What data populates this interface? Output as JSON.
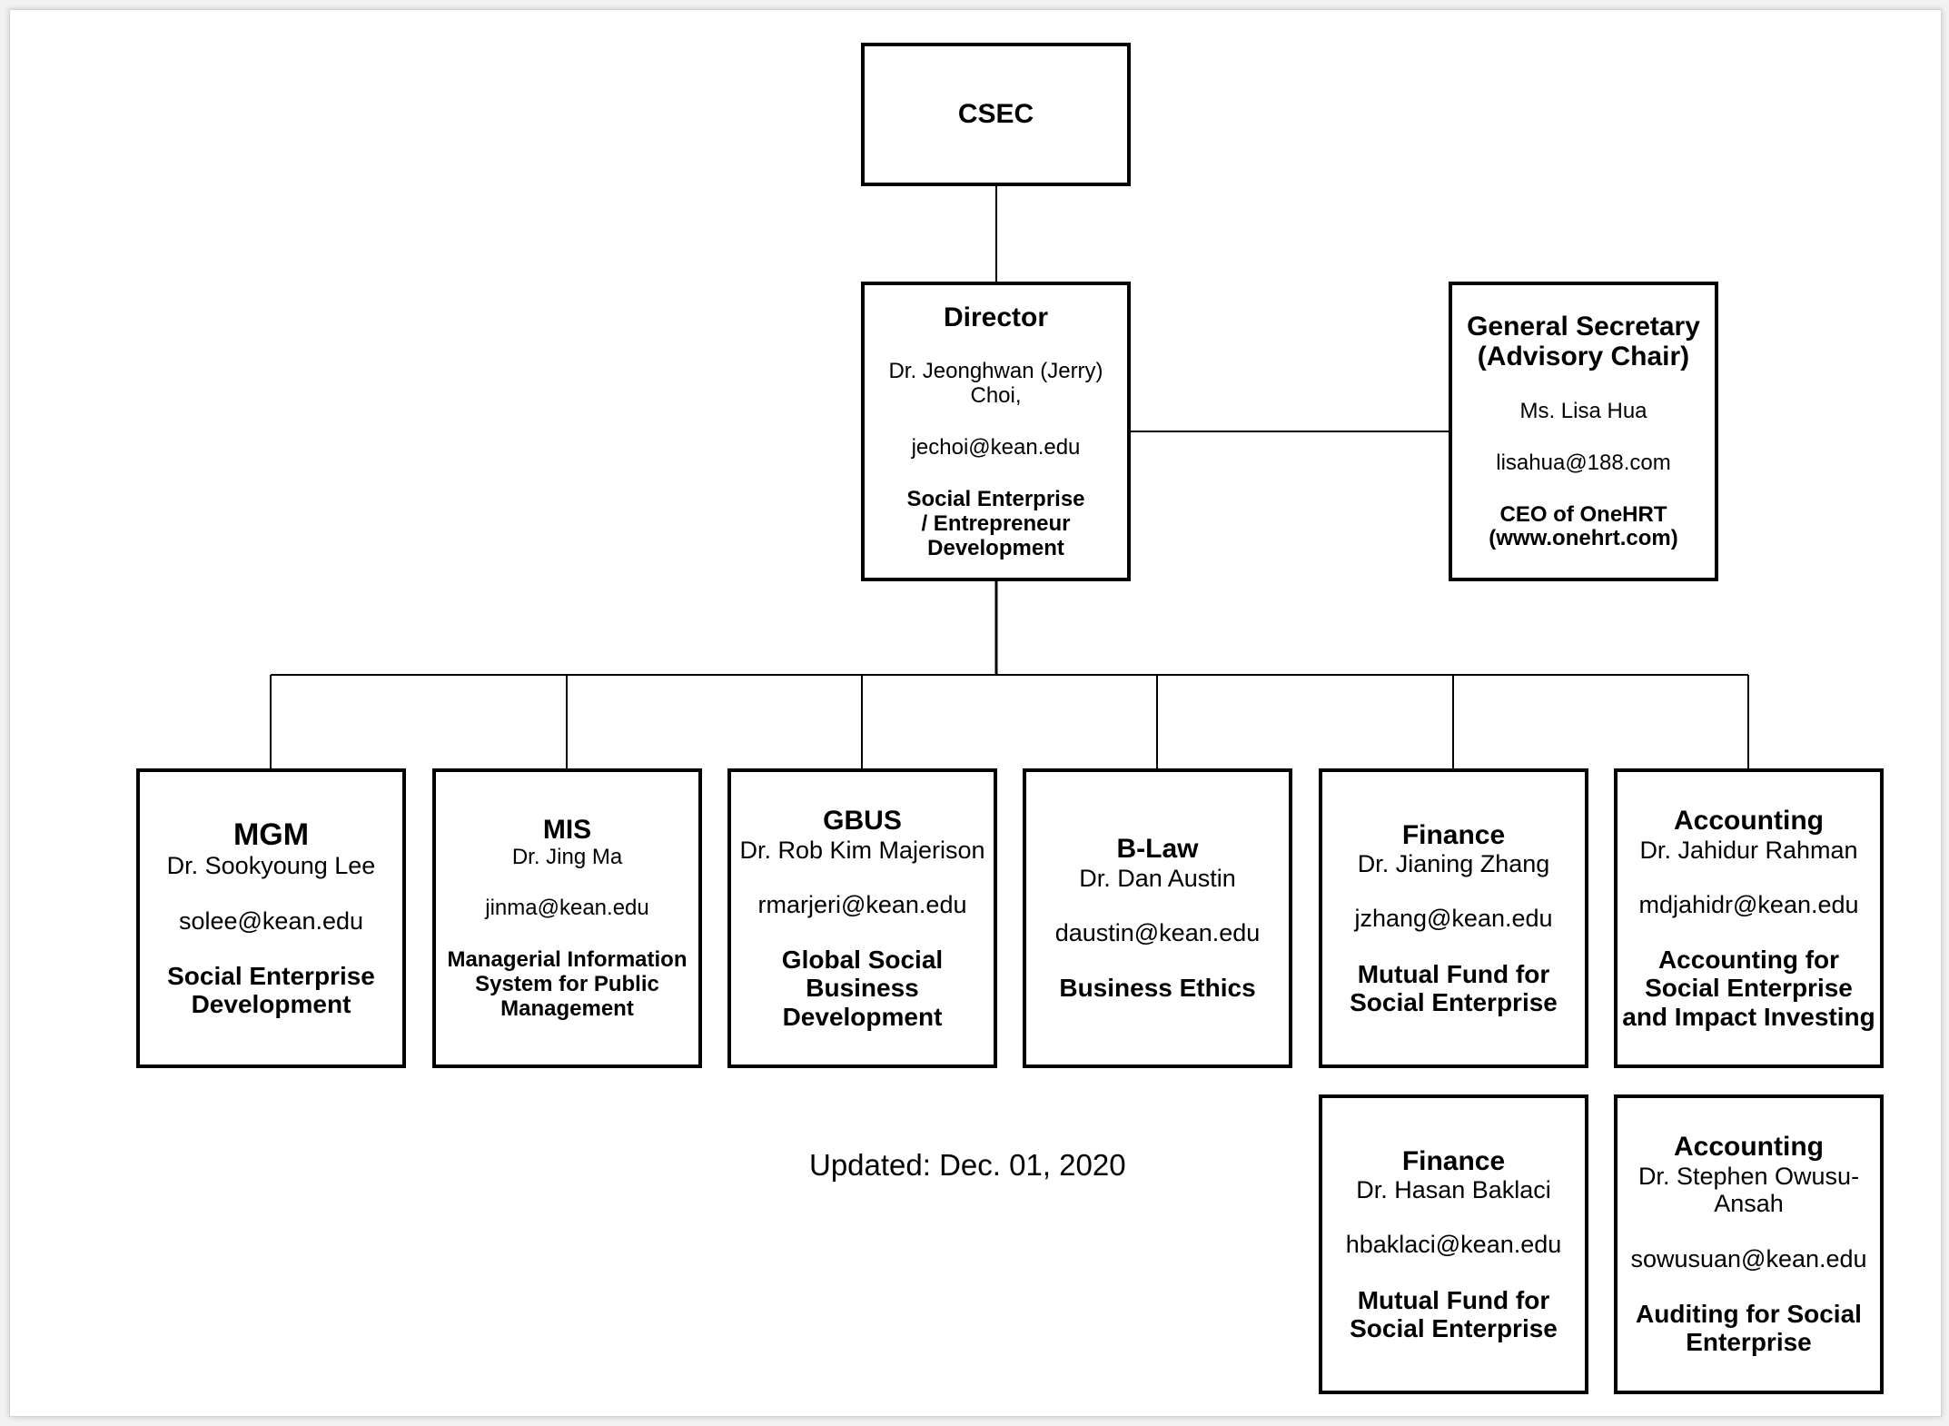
{
  "top": {
    "title": "CSEC"
  },
  "director": {
    "title": "Director",
    "name": "Dr. Jeonghwan (Jerry) Choi,",
    "email": "jechoi@kean.edu",
    "role": "Social Enterprise / Entrepreneur Development"
  },
  "secretary": {
    "title": "General Secretary (Advisory Chair)",
    "name": "Ms. Lisa Hua",
    "email": "lisahua@188.com",
    "role": "CEO of OneHRT (www.onehrt.com)"
  },
  "departments": [
    {
      "title": "MGM",
      "name": "Dr. Sookyoung Lee",
      "email": "solee@kean.edu",
      "role": "Social Enterprise Development"
    },
    {
      "title": "MIS",
      "name": "Dr. Jing Ma",
      "email": "jinma@kean.edu",
      "role": "Managerial Information System for Public Management"
    },
    {
      "title": "GBUS",
      "name": "Dr. Rob Kim Majerison",
      "email": "rmarjeri@kean.edu",
      "role": "Global Social Business Development"
    },
    {
      "title": "B-Law",
      "name": "Dr. Dan Austin",
      "email": "daustin@kean.edu",
      "role": "Business Ethics"
    },
    {
      "title": "Finance",
      "name": "Dr. Jianing Zhang",
      "email": "jzhang@kean.edu",
      "role": "Mutual Fund for Social Enterprise"
    },
    {
      "title": "Accounting",
      "name": "Dr. Jahidur Rahman",
      "email": "mdjahidr@kean.edu",
      "role": "Accounting for Social Enterprise and Impact Investing"
    }
  ],
  "extra": [
    {
      "title": "Finance",
      "name": "Dr. Hasan Baklaci",
      "email": "hbaklaci@kean.edu",
      "role": "Mutual Fund for Social Enterprise"
    },
    {
      "title": "Accounting",
      "name": "Dr. Stephen Owusu-Ansah",
      "email": "sowusuan@kean.edu",
      "role": "Auditing for Social Enterprise"
    }
  ],
  "footer": {
    "updated": "Updated: Dec. 01, 2020"
  }
}
